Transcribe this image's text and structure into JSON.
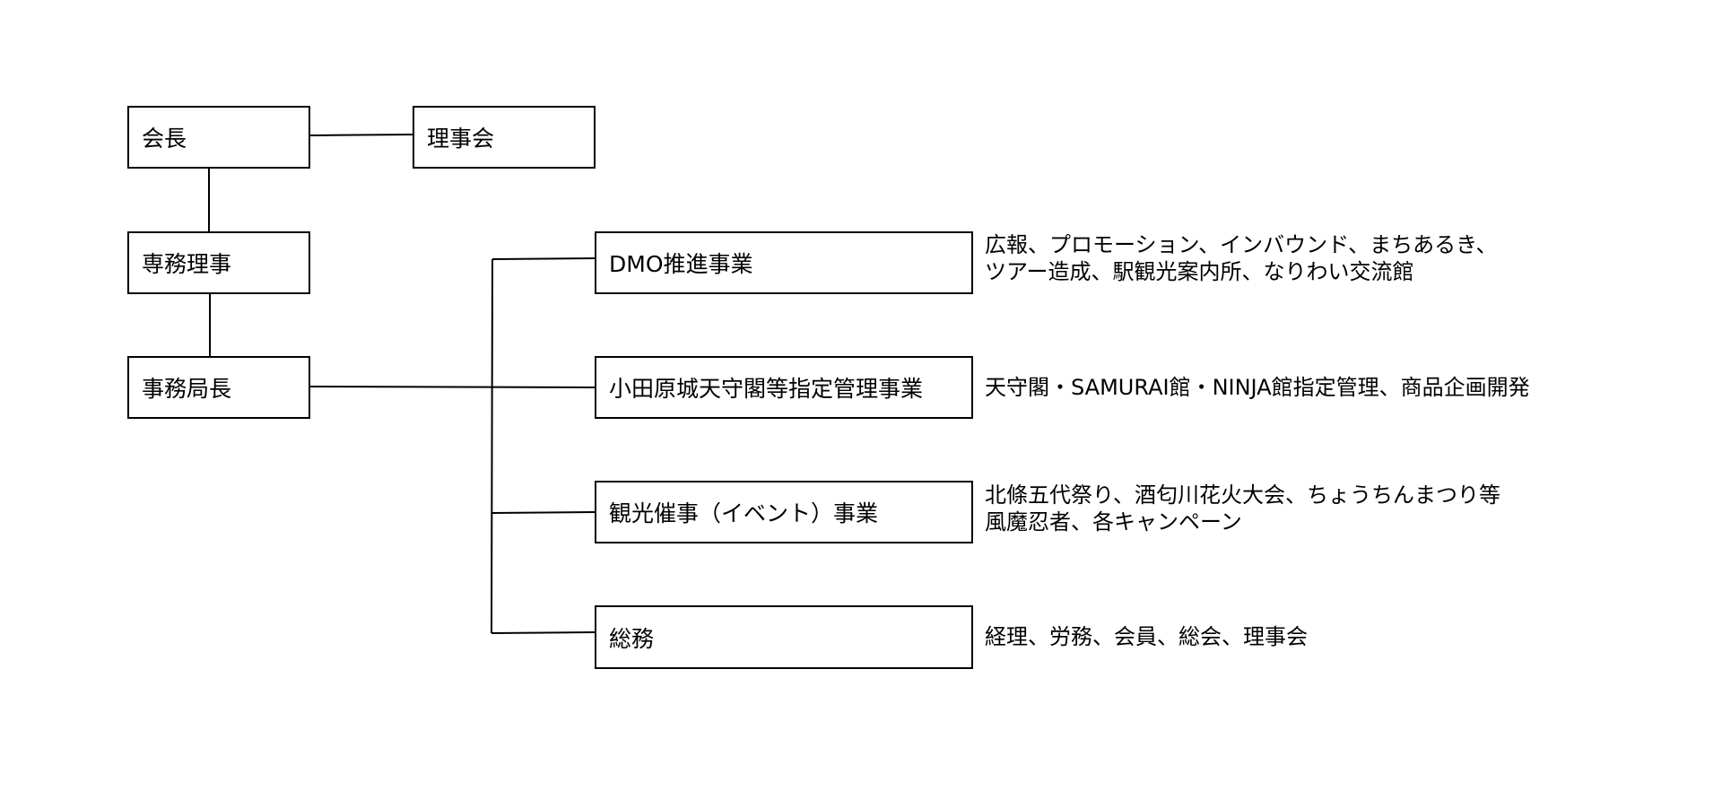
{
  "org_chart": {
    "chairman": "会長",
    "board": "理事会",
    "executive_director": "専務理事",
    "secretary_general": "事務局長",
    "divisions": [
      {
        "name": "DMO推進事業",
        "description": [
          "広報、プロモーション、インバウンド、まちあるき、",
          "ツアー造成、駅観光案内所、なりわい交流館"
        ]
      },
      {
        "name": "小田原城天守閣等指定管理事業",
        "description": [
          "天守閣・SAMURAI館・NINJA館指定管理、商品企画開発"
        ]
      },
      {
        "name": "観光催事（イベント）事業",
        "description": [
          "北條五代祭り、酒匂川花火大会、ちょうちんまつり等",
          "風魔忍者、各キャンペーン"
        ]
      },
      {
        "name": "総務",
        "description": [
          "経理、労務、会員、総会、理事会"
        ]
      }
    ]
  }
}
